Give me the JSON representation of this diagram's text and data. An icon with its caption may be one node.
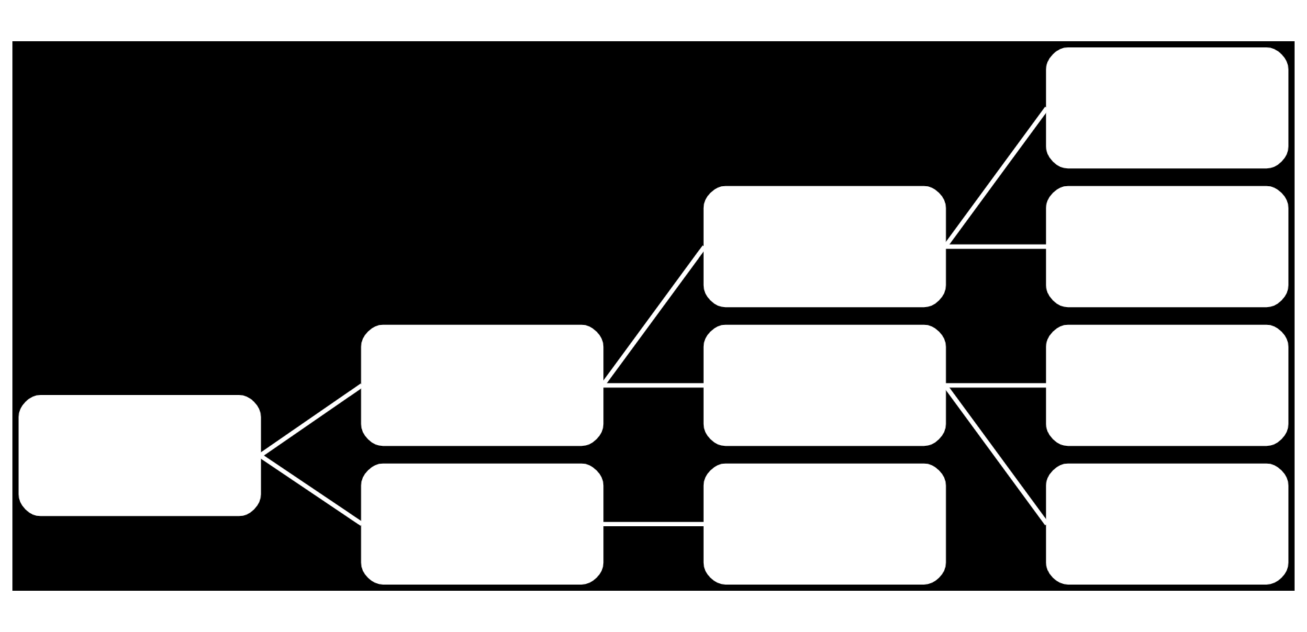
{
  "diagram": {
    "nodes": [
      {
        "text": [],
        "shape": "box"
      },
      {
        "text": [],
        "shape": "box"
      },
      {
        "text": [],
        "shape": "box"
      },
      {
        "text": [],
        "shape": "box"
      },
      {
        "text": [],
        "shape": "box"
      },
      {
        "text": [],
        "shape": "box"
      },
      {
        "text": [],
        "shape": "box"
      },
      {
        "text": [],
        "shape": "box"
      },
      {
        "text": [],
        "shape": "box"
      },
      {
        "text": [],
        "shape": "box"
      }
    ],
    "edges": [
      {
        "from": 0,
        "to": 1,
        "arrow": "none"
      },
      {
        "from": 0,
        "to": 2,
        "arrow": "none"
      },
      {
        "from": 1,
        "to": 3,
        "arrow": "none"
      },
      {
        "from": 1,
        "to": 4,
        "arrow": "none"
      },
      {
        "from": 2,
        "to": 5,
        "arrow": "none"
      },
      {
        "from": 3,
        "to": 6,
        "arrow": "none"
      },
      {
        "from": 3,
        "to": 7,
        "arrow": "none"
      },
      {
        "from": 4,
        "to": 8,
        "arrow": "none"
      },
      {
        "from": 4,
        "to": 9,
        "arrow": "none"
      }
    ]
  }
}
